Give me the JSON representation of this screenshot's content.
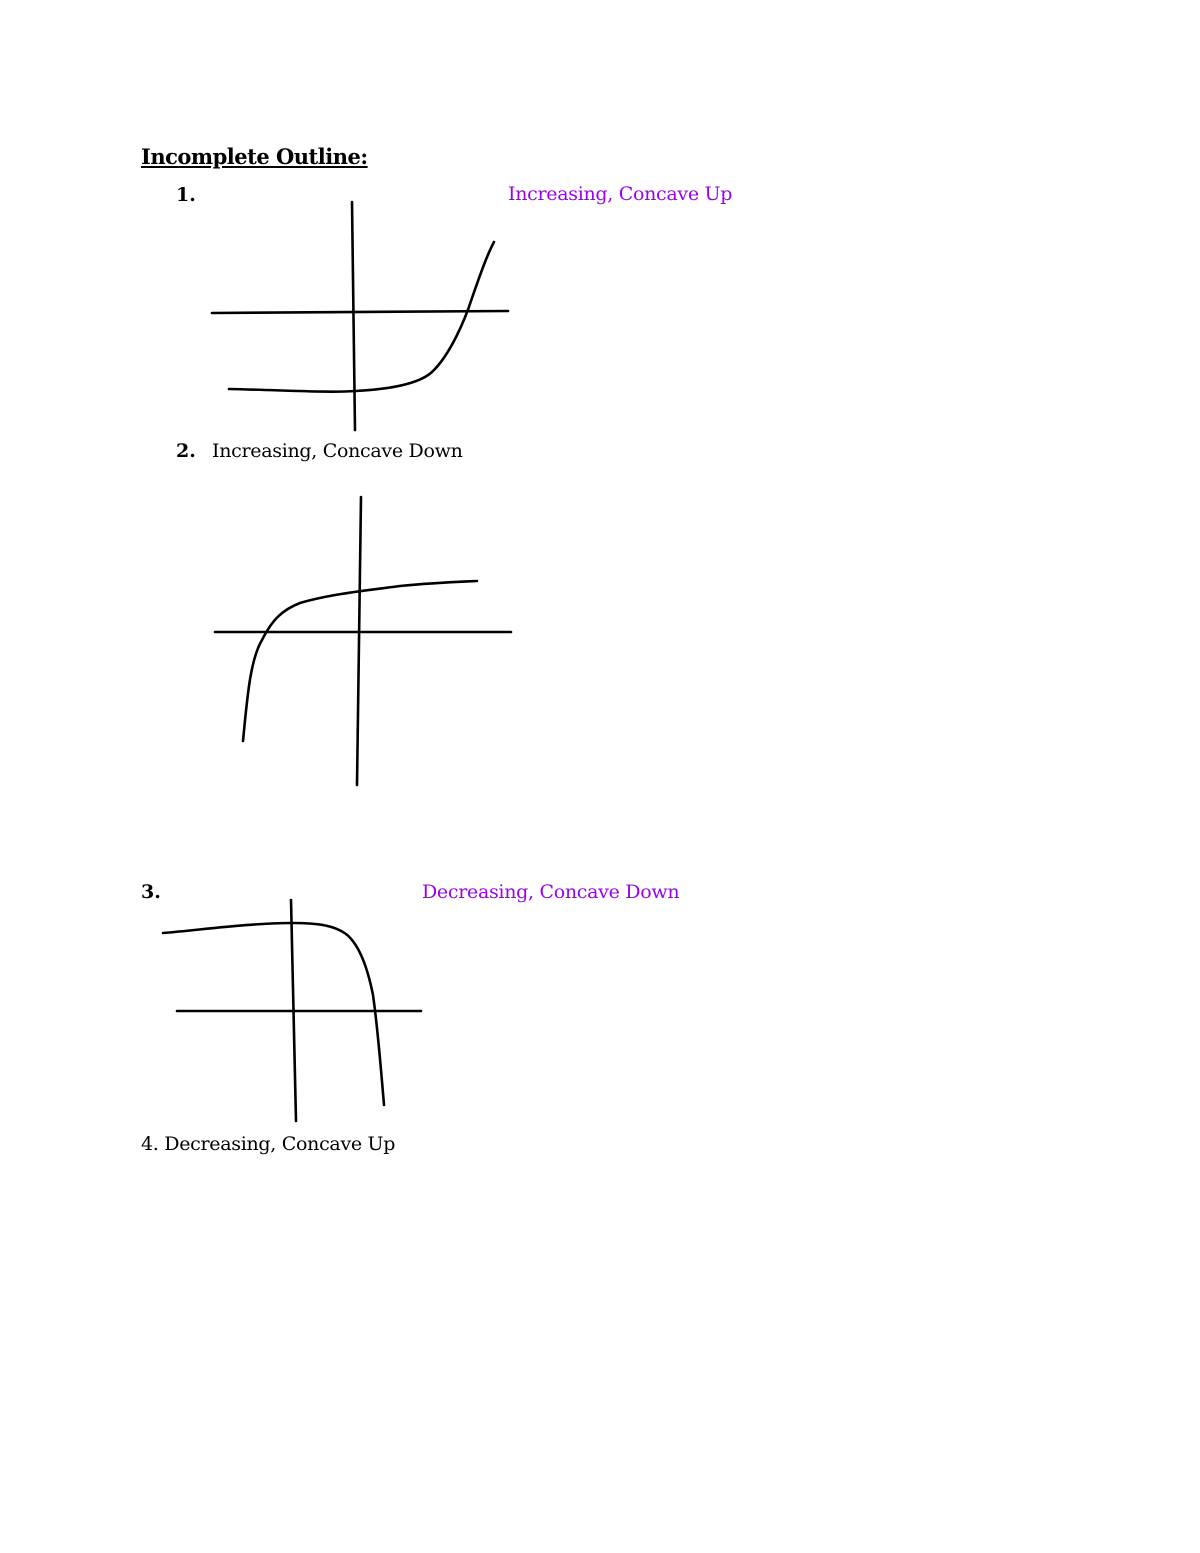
{
  "document": {
    "heading": "Incomplete Outline:",
    "accent_color": "#9b00f0",
    "items": [
      {
        "number": "1.",
        "label": "Increasing, Concave Up",
        "label_color": "purple",
        "graph": "increasing-concave-up"
      },
      {
        "number": "2.",
        "label": "Increasing, Concave Down",
        "label_color": "black",
        "graph": "increasing-concave-down"
      },
      {
        "number": "3.",
        "label": "Decreasing, Concave Down",
        "label_color": "purple",
        "graph": "decreasing-concave-down"
      },
      {
        "number": "4.",
        "label": "Decreasing, Concave Up",
        "label_color": "black",
        "graph": null
      }
    ]
  }
}
